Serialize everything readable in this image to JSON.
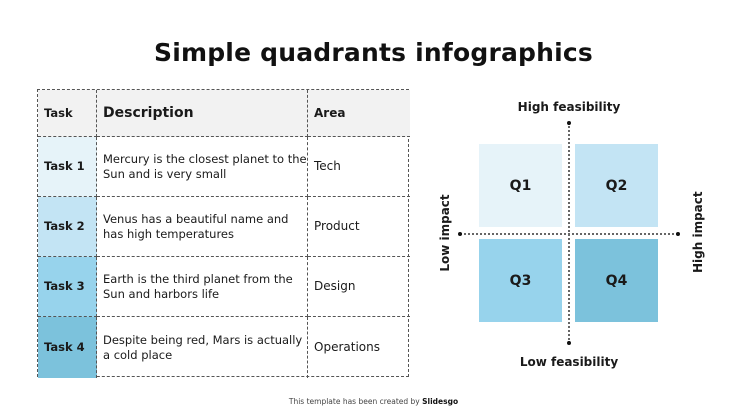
{
  "title": "Simple quadrants infographics",
  "table": {
    "headers": {
      "task": "Task",
      "description": "Description",
      "area": "Area"
    },
    "rows": [
      {
        "task": "Task  1",
        "description": "Mercury is the closest planet to the Sun and is very small",
        "area": "Tech",
        "color": "#e6f3f9"
      },
      {
        "task": "Task 2",
        "description": "Venus has a beautiful name and has high temperatures",
        "area": "Product",
        "color": "#c3e4f4"
      },
      {
        "task": "Task 3",
        "description": "Earth is the third planet from the Sun and harbors life",
        "area": "Design",
        "color": "#97d3ec"
      },
      {
        "task": "Task 4",
        "description": "Despite being red, Mars is actually a cold place",
        "area": "Operations",
        "color": "#7cc2dc"
      }
    ]
  },
  "quadrants": {
    "axes": {
      "top": "High feasibility",
      "bottom": "Low feasibility",
      "left": "Low impact",
      "right": "High impact"
    },
    "boxes": [
      {
        "label": "Q1",
        "color": "#e6f3f9"
      },
      {
        "label": "Q2",
        "color": "#c3e4f4"
      },
      {
        "label": "Q3",
        "color": "#97d3ec"
      },
      {
        "label": "Q4",
        "color": "#7cc2dc"
      }
    ]
  },
  "footer": {
    "text": "This template has been created by ",
    "brand": "Slidesgo"
  }
}
